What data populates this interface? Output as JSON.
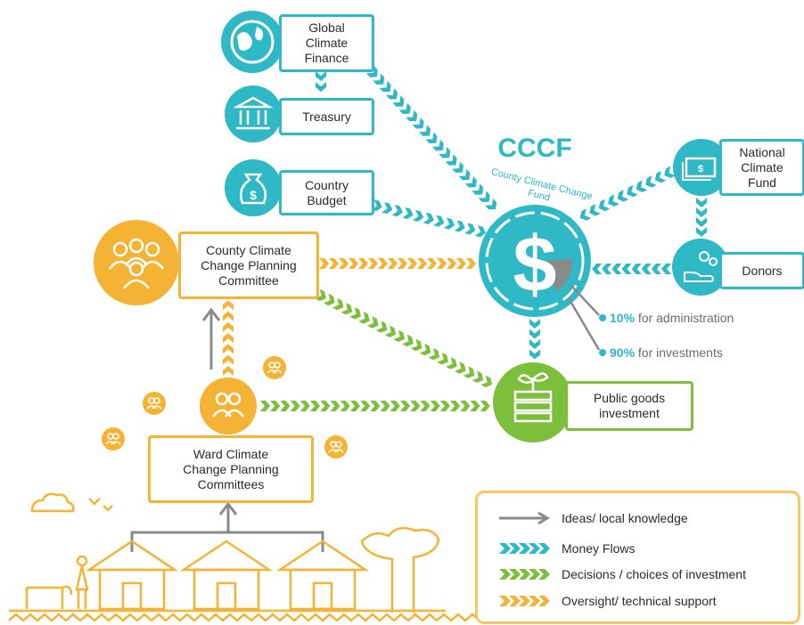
{
  "nodes": {
    "global_finance": "Global\nClimate\nFinance",
    "treasury": "Treasury",
    "country_budget": "Country\nBudget",
    "county_committee": "County Climate\nChange Planning\nCommittee",
    "ward_committees": "Ward Climate\nChange Planning\nCommittees",
    "national_fund": "National\nClimate\nFund",
    "donors": "Donors",
    "public_goods": "Public goods\ninvestment"
  },
  "cccf": {
    "title": "CCCF",
    "subtitle": "County Climate Change Fund",
    "admin_pct": "10%",
    "admin_label": "for administration",
    "invest_pct": "90%",
    "invest_label": "for investments",
    "admin_share": 0.1
  },
  "legend": {
    "ideas": "Ideas/ local knowledge",
    "money": "Money Flows",
    "decisions": "Decisions / choices of investment",
    "oversight": "Oversight/ technical support"
  },
  "colors": {
    "teal": "#2fb8c6",
    "orange": "#f5b335",
    "green": "#7cbf3a",
    "grey": "#8a8a8a"
  },
  "icons": {
    "global_finance": "globe-icon",
    "treasury": "bank-icon",
    "country_budget": "money-bag-icon",
    "county_committee": "group-icon",
    "cccf": "dollar-icon",
    "national_fund": "banknotes-icon",
    "donors": "hand-coins-icon",
    "public_goods": "plant-coins-icon"
  }
}
